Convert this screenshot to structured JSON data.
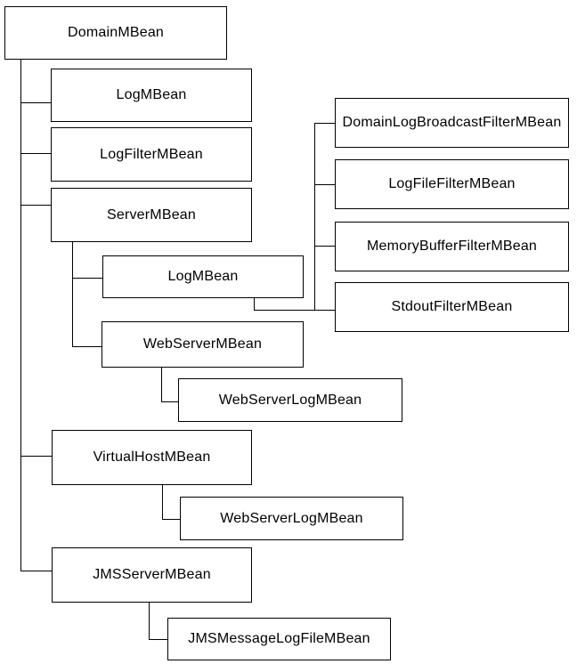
{
  "diagram": {
    "description": "MBean containment hierarchy tree diagram",
    "colors": {
      "line": "#000000",
      "box_border": "#000000",
      "box_background": "#ffffff",
      "text": "#000000",
      "page_background": "#ffffff"
    },
    "nodes": [
      {
        "id": "domain",
        "label": "DomainMBean",
        "parent": null
      },
      {
        "id": "log-under-domain",
        "label": "LogMBean",
        "parent": "domain"
      },
      {
        "id": "logfilter",
        "label": "LogFilterMBean",
        "parent": "domain"
      },
      {
        "id": "server",
        "label": "ServerMBean",
        "parent": "domain"
      },
      {
        "id": "log-under-server",
        "label": "LogMBean",
        "parent": "server"
      },
      {
        "id": "domainlogbroadcastfilter",
        "label": "DomainLogBroadcastFilterMBean",
        "parent": "log-under-server"
      },
      {
        "id": "logfilefilter",
        "label": "LogFileFilterMBean",
        "parent": "log-under-server"
      },
      {
        "id": "memorybufferfilter",
        "label": "MemoryBufferFilterMBean",
        "parent": "log-under-server"
      },
      {
        "id": "stdoutfilter",
        "label": "StdoutFilterMBean",
        "parent": "log-under-server"
      },
      {
        "id": "webserver",
        "label": "WebServerMBean",
        "parent": "server"
      },
      {
        "id": "webserverlog-webserver",
        "label": "WebServerLogMBean",
        "parent": "webserver"
      },
      {
        "id": "virtualhost",
        "label": "VirtualHostMBean",
        "parent": "domain"
      },
      {
        "id": "webserverlog-virtualhost",
        "label": "WebServerLogMBean",
        "parent": "virtualhost"
      },
      {
        "id": "jmsserver",
        "label": "JMSServerMBean",
        "parent": "domain"
      },
      {
        "id": "jmsmessagelogfile",
        "label": "JMSMessageLogFileMBean",
        "parent": "jmsserver"
      }
    ]
  }
}
